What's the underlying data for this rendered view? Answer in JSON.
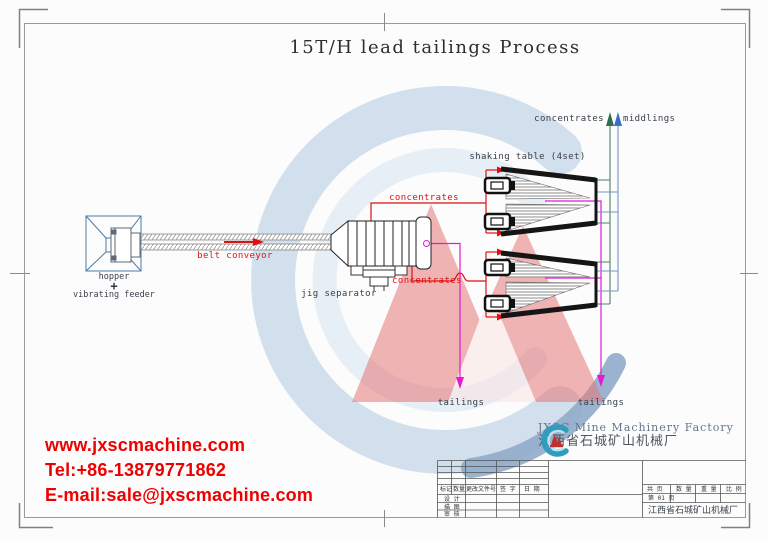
{
  "title": "15T/H lead tailings Process",
  "colors": {
    "accent_red": "#e01010",
    "tailings_magenta": "#e21ad2",
    "concentrates_green": "#3f7a60",
    "middlings_blue": "#3a6fc8",
    "hopper_blue": "#4a7ba8",
    "watermark_blue": "#c9d9e9",
    "watermark_red": "#e15f5f",
    "contact_red": "#ee0000"
  },
  "flow": {
    "hopper": "hopper",
    "plus": "+",
    "feeder": "vibrating feeder",
    "belt": "belt conveyor",
    "jig": "jig separator",
    "concentrates_1": "concentrates",
    "concentrates_2": "concentrates",
    "shaking_table": "shaking table (4set)",
    "top_concentrates": "concentrates",
    "top_middlings": "middlings",
    "tailings_1": "tailings",
    "tailings_2": "tailings"
  },
  "contact": {
    "website": "www.jxscmachine.com",
    "tel": "Tel:+86-13879771862",
    "email": "E-mail:sale@jxscmachine.com"
  },
  "logo": {
    "en": "JXSC Mine Machinery Factory",
    "cn": "江西省石城矿山机械厂"
  },
  "title_block": {
    "header_cells": [
      "标记",
      "数量",
      "更改文件号",
      "签 字",
      "日 期"
    ],
    "row_labels": [
      "设 计",
      "描 图",
      "审 核"
    ],
    "pages_total": "共    页",
    "qty": "数 量",
    "weight": "重 量",
    "scale": "比 例",
    "page_no": "第 01 页",
    "factory": "江西省石城矿山机械厂"
  }
}
